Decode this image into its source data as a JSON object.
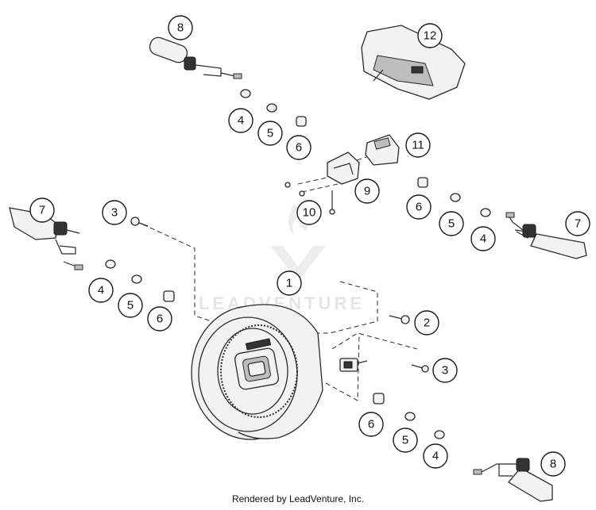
{
  "callouts": {
    "c1": "1",
    "c2": "2",
    "c3a": "3",
    "c3b": "3",
    "c4a": "4",
    "c4b": "4",
    "c4c": "4",
    "c4d": "4",
    "c5a": "5",
    "c5b": "5",
    "c5c": "5",
    "c5d": "5",
    "c6a": "6",
    "c6b": "6",
    "c6c": "6",
    "c6d": "6",
    "c7a": "7",
    "c7b": "7",
    "c8a": "8",
    "c8b": "8",
    "c9": "9",
    "c10": "10",
    "c11": "11",
    "c12": "12"
  },
  "watermark": "LEADVENTURE",
  "footer": "Rendered by LeadVenture, Inc."
}
